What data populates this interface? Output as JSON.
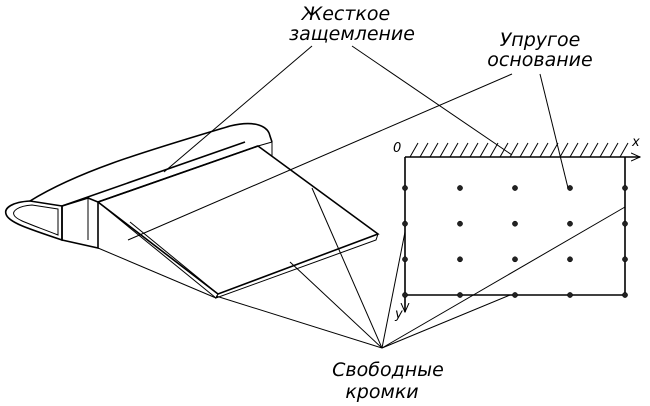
{
  "labels": {
    "clamp_line1": "Жесткое",
    "clamp_line2": "защемление",
    "base_line1": "Упругое",
    "base_line2": "основание",
    "edges_line1": "Свободные",
    "edges_line2": "кромки"
  },
  "axes": {
    "origin": "0",
    "x": "x",
    "y": "y"
  },
  "grid": {
    "columns": 5,
    "rows": 4
  }
}
